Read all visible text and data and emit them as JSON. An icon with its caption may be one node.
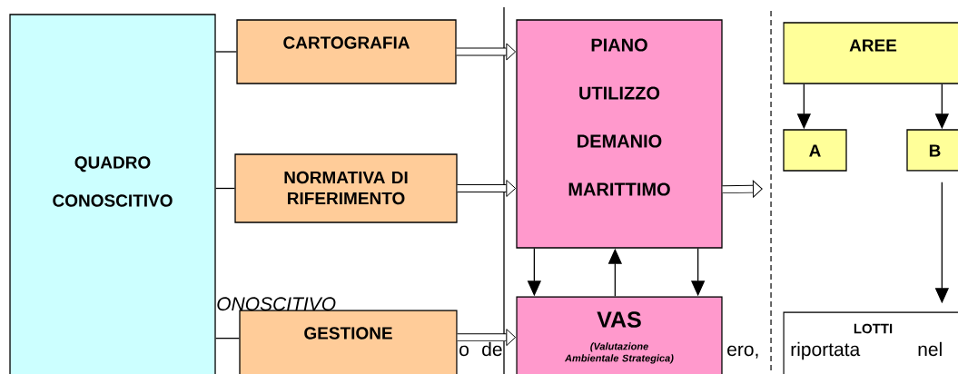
{
  "diagram": {
    "nodes": [
      {
        "text": [
          "QUADRO CONOSCITIVO"
        ]
      },
      {
        "text": [
          "CARTOGRAFIA"
        ]
      },
      {
        "text": [
          "NORMATIVA DI RIFERIMENTO"
        ]
      },
      {
        "text": [
          "GESTIONE"
        ]
      },
      {
        "text": [
          "PIANO UTILIZZO DEMANIO MARITTIMO"
        ]
      },
      {
        "text": [
          "VAS",
          "(Valutazione Ambientale Strategica)"
        ]
      },
      {
        "text": [
          "AREE"
        ]
      },
      {
        "text": [
          "A"
        ]
      },
      {
        "text": [
          "B"
        ]
      },
      {
        "text": [
          "LOTTI"
        ]
      }
    ],
    "edges": [
      {
        "from": 0,
        "to": 1,
        "arrow": "none"
      },
      {
        "from": 0,
        "to": 2,
        "arrow": "none"
      },
      {
        "from": 0,
        "to": 3,
        "arrow": "none"
      },
      {
        "from": 1,
        "to": 4,
        "arrow": "to",
        "style": "thick"
      },
      {
        "from": 2,
        "to": 4,
        "arrow": "to",
        "style": "thick"
      },
      {
        "from": 3,
        "to": 5,
        "arrow": "to",
        "style": "thick"
      },
      {
        "from": 4,
        "to": null,
        "arrow": "to",
        "style": "thick"
      },
      {
        "from": 4,
        "to": 5,
        "arrow": "to"
      },
      {
        "from": 5,
        "to": 4,
        "arrow": "to"
      },
      {
        "from": 4,
        "to": 5,
        "arrow": "to"
      },
      {
        "from": 6,
        "to": 7,
        "arrow": "to"
      },
      {
        "from": 6,
        "to": 8,
        "arrow": "to"
      },
      {
        "from": 8,
        "to": 9,
        "arrow": "to"
      }
    ],
    "labels": [
      "ONOSCITIVO",
      "o",
      "de",
      "ero,",
      "riportata",
      "nel"
    ]
  }
}
